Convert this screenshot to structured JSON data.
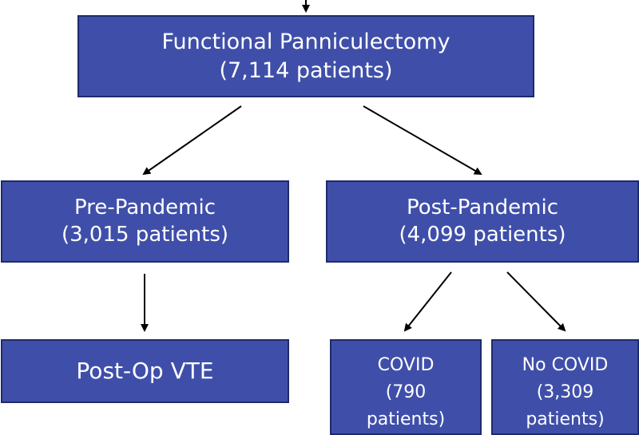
{
  "colors": {
    "box_fill": "#3f4fa9",
    "box_border": "#1f2a6b",
    "text": "#ffffff",
    "arrow": "#000000"
  },
  "boxes": {
    "top": {
      "line1": "Functional Panniculectomy",
      "line2": "(7,114 patients)"
    },
    "pre": {
      "line1": "Pre-Pandemic",
      "line2": "(3,015 patients)"
    },
    "post": {
      "line1": "Post-Pandemic",
      "line2": "(4,099 patients)"
    },
    "vte": {
      "line1": "Post-Op VTE"
    },
    "covid": {
      "line1": "COVID",
      "line2": "(790",
      "line3": "patients)"
    },
    "no_covid": {
      "line1": "No COVID",
      "line2": "(3,309",
      "line3": "patients)"
    }
  }
}
